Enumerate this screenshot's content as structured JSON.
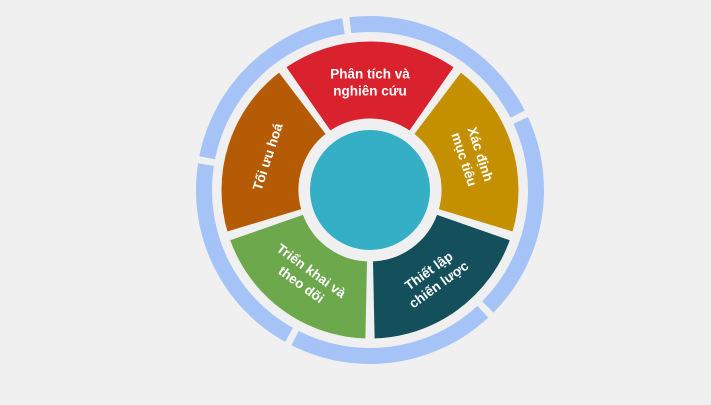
{
  "diagram": {
    "center": {
      "color": "#35afc6"
    },
    "outer_ring": {
      "color": "#a5c3f7"
    },
    "background": "#f0f0f0",
    "segments": [
      {
        "id": "analyze",
        "lines": [
          "Phân tích và",
          "nghiên cứu"
        ],
        "color": "#d9222e"
      },
      {
        "id": "goals",
        "lines": [
          "Xác định",
          "mục tiêu"
        ],
        "color": "#c49000"
      },
      {
        "id": "strategy",
        "lines": [
          "Thiết lập",
          "chiến lược"
        ],
        "color": "#14505c"
      },
      {
        "id": "execute",
        "lines": [
          "Triển khai và",
          "theo dõi"
        ],
        "color": "#6da84d"
      },
      {
        "id": "optimize",
        "lines": [
          "Tối ưu hoá"
        ],
        "color": "#b55b05"
      }
    ]
  }
}
